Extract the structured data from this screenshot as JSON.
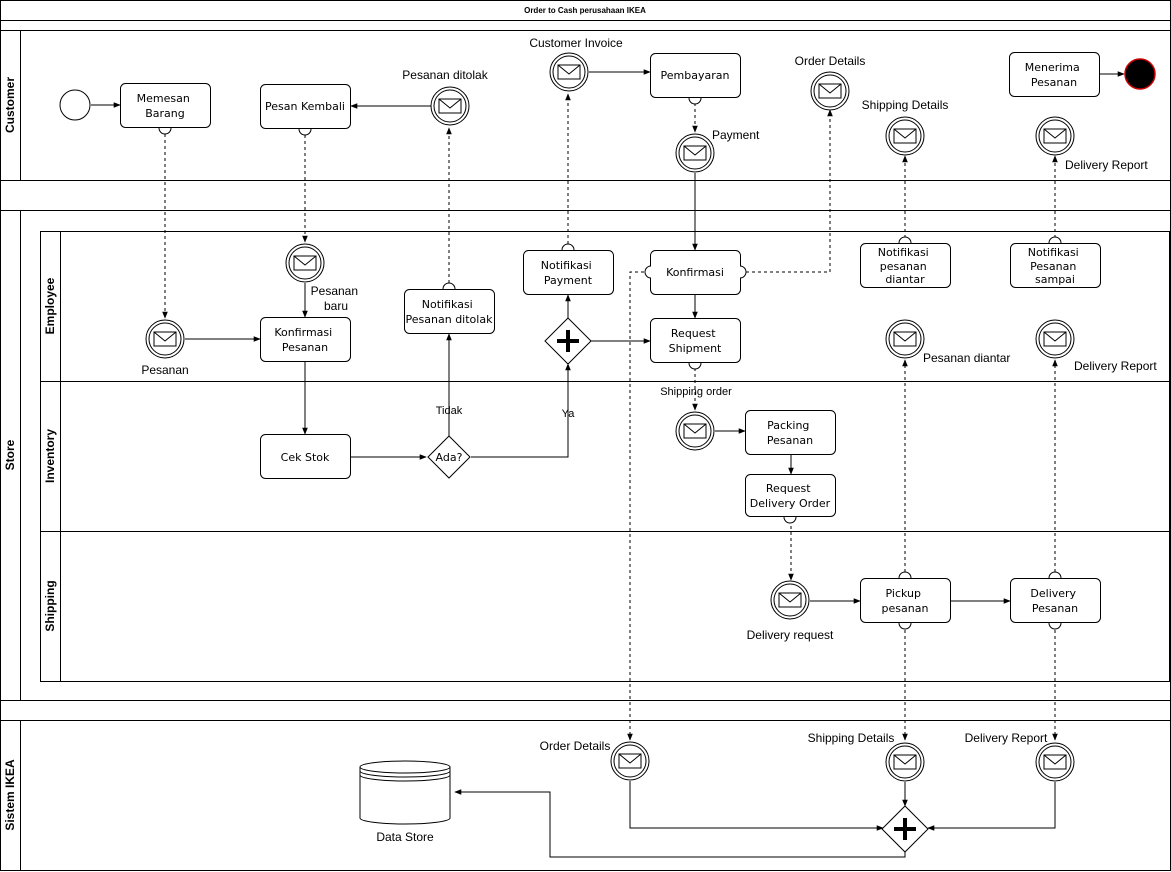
{
  "title": "Order to Cash perusahaan IKEA",
  "pools": {
    "customer": "Customer",
    "store": "Store",
    "sistem": "Sistem IKEA"
  },
  "lanes": {
    "employee": "Employee",
    "inventory": "Inventory",
    "shipping": "Shipping"
  },
  "tasks": {
    "memesan_barang": [
      "Memesan",
      "Barang"
    ],
    "pesan_kembali": [
      "Pesan Kembali"
    ],
    "pembayaran": [
      "Pembayaran"
    ],
    "menerima_pesanan": [
      "Menerima",
      "Pesanan"
    ],
    "konfirmasi_pesanan": [
      "Konfirmasi",
      "Pesanan"
    ],
    "notifikasi_ditolak": [
      "Notifikasi",
      "Pesanan ditolak"
    ],
    "notifikasi_payment": [
      "Notifikasi",
      "Payment"
    ],
    "konfirmasi": [
      "Konfirmasi"
    ],
    "request_shipment": [
      "Request",
      "Shipment"
    ],
    "notifikasi_diantar": [
      "Notifikasi",
      "pesanan",
      "diantar"
    ],
    "notifikasi_sampai": [
      "Notifikasi",
      "Pesanan",
      "sampai"
    ],
    "cek_stok": [
      "Cek Stok"
    ],
    "packing_pesanan": [
      "Packing",
      "Pesanan"
    ],
    "request_delivery_order": [
      "Request",
      "Delivery Order"
    ],
    "pickup_pesanan": [
      "Pickup",
      "pesanan"
    ],
    "delivery_pesanan": [
      "Delivery",
      "Pesanan"
    ]
  },
  "gateway_ada": "Ada?",
  "labels": {
    "pesanan_ditolak": "Pesanan ditolak",
    "customer_invoice": "Customer Invoice",
    "order_details_top": "Order Details",
    "shipping_details_top": "Shipping Details",
    "payment": "Payment",
    "delivery_report_top": "Delivery Report",
    "pesanan_baru_1": "Pesanan",
    "pesanan_baru_2": "baru",
    "pesanan": "Pesanan",
    "pesanan_diantar": "Pesanan diantar",
    "delivery_report_emp": "Delivery Report",
    "tidak": "Tidak",
    "ya": "Ya",
    "shipping_order": "Shipping order",
    "delivery_request": "Delivery request",
    "order_details_bottom": "Order Details",
    "shipping_details_bottom": "Shipping Details",
    "delivery_report_bottom": "Delivery Report",
    "data_store": "Data Store"
  }
}
